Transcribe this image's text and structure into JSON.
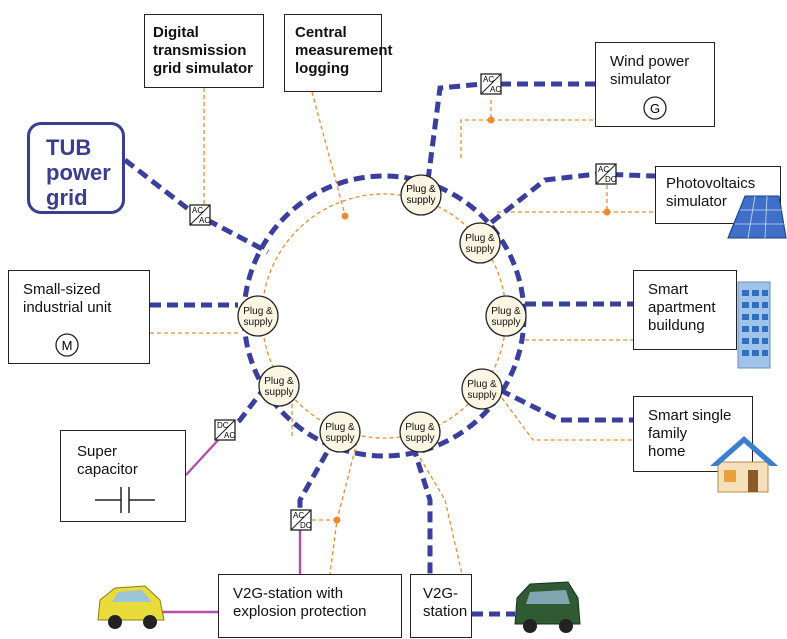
{
  "nodes": {
    "tub_grid": "TUB\npower\ngrid",
    "digital_grid": "Digital\ntransmission\ngrid simulator",
    "central_logging": "Central\nmeasurement\nlogging",
    "wind": "Wind power\nsimulator",
    "pv": "Photovoltaics\nsimulator",
    "industrial": "Small-sized\nindustrial unit",
    "apartment": "Smart\napartment\nbuildung",
    "single_home": "Smart single\nfamily\nhome",
    "super_cap": "Super\ncapacitor",
    "v2g_explosion": "V2G-station with\nexplosion protection",
    "v2g": "V2G-\nstation"
  },
  "symbols": {
    "generator": "G",
    "motor": "M"
  },
  "plug_label": "Plug &\nsupply",
  "converters": {
    "ac_ac": [
      "AC",
      "AC"
    ],
    "ac_dc": [
      "AC",
      "DC"
    ],
    "dc_ac": [
      "DC",
      "AC"
    ]
  },
  "colors": {
    "power_line": "#3a3f9e",
    "measurement_line": "#f08a30",
    "dc_line": "#b34fa8",
    "tub_accent": "#3d3d8f",
    "plug_fill": "#fbf6e4"
  }
}
